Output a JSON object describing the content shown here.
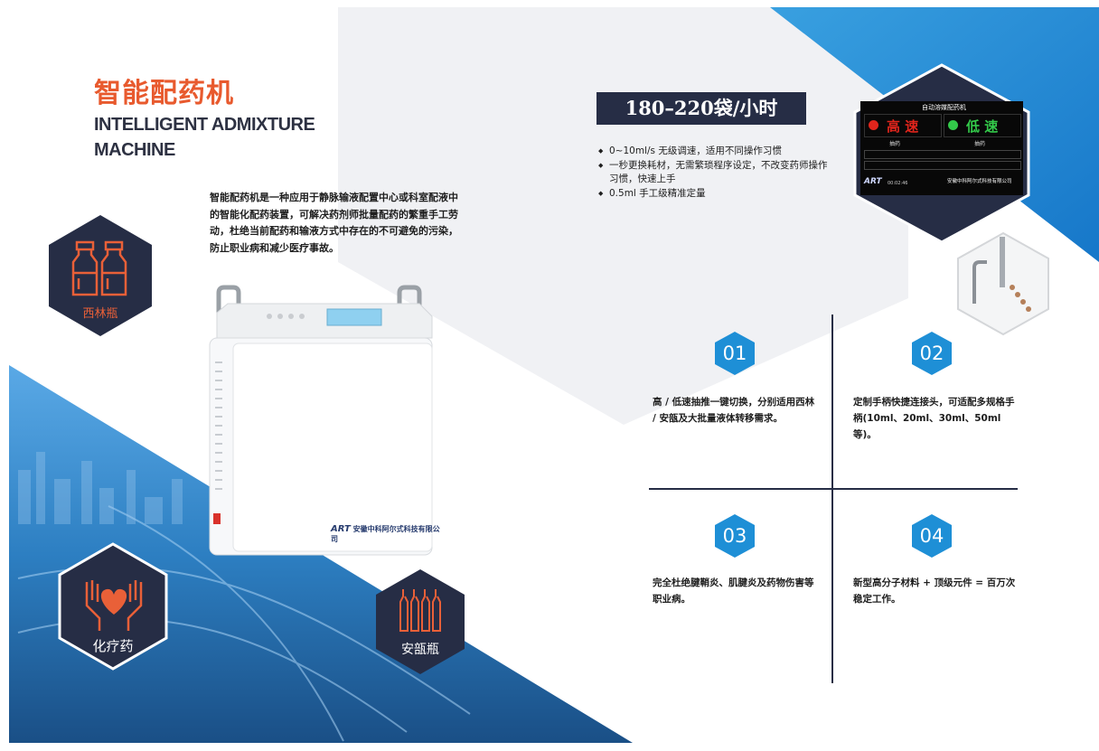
{
  "product": {
    "title_cn": "智能配药机",
    "title_en_line1": "INTELLIGENT ADMIXTURE",
    "title_en_line2": "MACHINE",
    "description": "智能配药机是一种应用于静脉输液配置中心或科室配液中的智能化配药装置，可解决药剂师批量配药的繁重手工劳动，杜绝当前配药和输液方式中存在的不可避免的污染，防止职业病和减少医疗事故。"
  },
  "speed_badge": "180–220袋/小时",
  "bullets": [
    "0~10ml/s 无级调速，适用不同操作习惯",
    "一秒更换耗材，无需繁琐程序设定，不改变药师操作习惯，快速上手",
    "0.5ml 手工级精准定量"
  ],
  "categories": [
    {
      "label": "西林瓶",
      "icon": "vial-bottles-icon"
    },
    {
      "label": "化疗药",
      "icon": "hands-heart-icon"
    },
    {
      "label": "安瓿瓶",
      "icon": "ampoules-icon"
    }
  ],
  "features": [
    {
      "num": "01",
      "text": "高 / 低速抽推一键切换，分别适用西林 / 安瓿及大批量液体转移需求。"
    },
    {
      "num": "02",
      "text": "定制手柄快捷连接头，可适配多规格手柄(10ml、20ml、30ml、50ml 等)。"
    },
    {
      "num": "03",
      "text": "完全杜绝腱鞘炎、肌腱炎及药物伤害等职业病。"
    },
    {
      "num": "04",
      "text": "新型高分子材料 + 顶级元件 = 百万次稳定工作。"
    }
  ],
  "screen": {
    "title": "自动溶媒配药机",
    "high_label": "高 速",
    "low_label": "低 速",
    "sub_left": "抽药",
    "sub_right": "抽药",
    "brand": "ART",
    "time": "00:02:46",
    "company": "安徽中科阿尔式科技有限公司"
  },
  "machine_label": "安徽中科阿尔式科技有限公司",
  "machine_brand": "ART",
  "colors": {
    "accent_orange": "#e85a2e",
    "navy": "#262d45",
    "blue": "#1e8fd6",
    "hex_gray": "#f1f2f5"
  }
}
